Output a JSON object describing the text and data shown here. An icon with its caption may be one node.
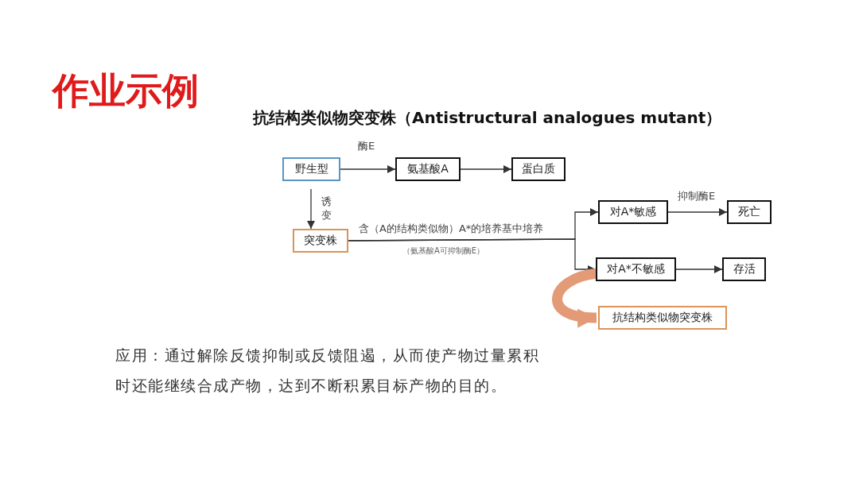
{
  "diagram": {
    "title": "作业示例",
    "nodes": [
      {
        "text": [
          "野生型"
        ]
      },
      {
        "text": [
          "氨基酸A"
        ]
      },
      {
        "text": [
          "蛋白质"
        ]
      },
      {
        "text": [
          "突变株"
        ]
      },
      {
        "text": [
          "对A*敏感"
        ]
      },
      {
        "text": [
          "死亡"
        ]
      },
      {
        "text": [
          "对A*不敏感"
        ]
      },
      {
        "text": [
          "存活"
        ]
      },
      {
        "text": [
          "抗结构类似物突变株"
        ]
      }
    ],
    "edges": [
      {
        "from": 0,
        "to": 1,
        "arrow": "to",
        "label": "酶E"
      },
      {
        "from": 1,
        "to": 2,
        "arrow": "to"
      },
      {
        "from": 0,
        "to": 3,
        "arrow": "to",
        "label": "诱变"
      },
      {
        "from": 3,
        "to": 4,
        "arrow": "to",
        "label": "含（A的结构类似物）A*的培养基中培养"
      },
      {
        "from": 3,
        "to": 6,
        "arrow": "to"
      },
      {
        "from": 4,
        "to": 5,
        "arrow": "to",
        "label": "抑制酶E"
      },
      {
        "from": 6,
        "to": 7,
        "arrow": "to"
      },
      {
        "from": 6,
        "to": 8,
        "arrow": "to",
        "style": "thick",
        "color": "#e39a76"
      }
    ],
    "labels": [
      "抗结构类似物突变株（Antistructural analogues mutant）",
      "（氨基酸A可抑制酶E）",
      "应用：通过解除反馈抑制或反馈阻遏，从而使产物过量累积时还能继续合成产物，达到不断积累目标产物的目的。"
    ]
  }
}
